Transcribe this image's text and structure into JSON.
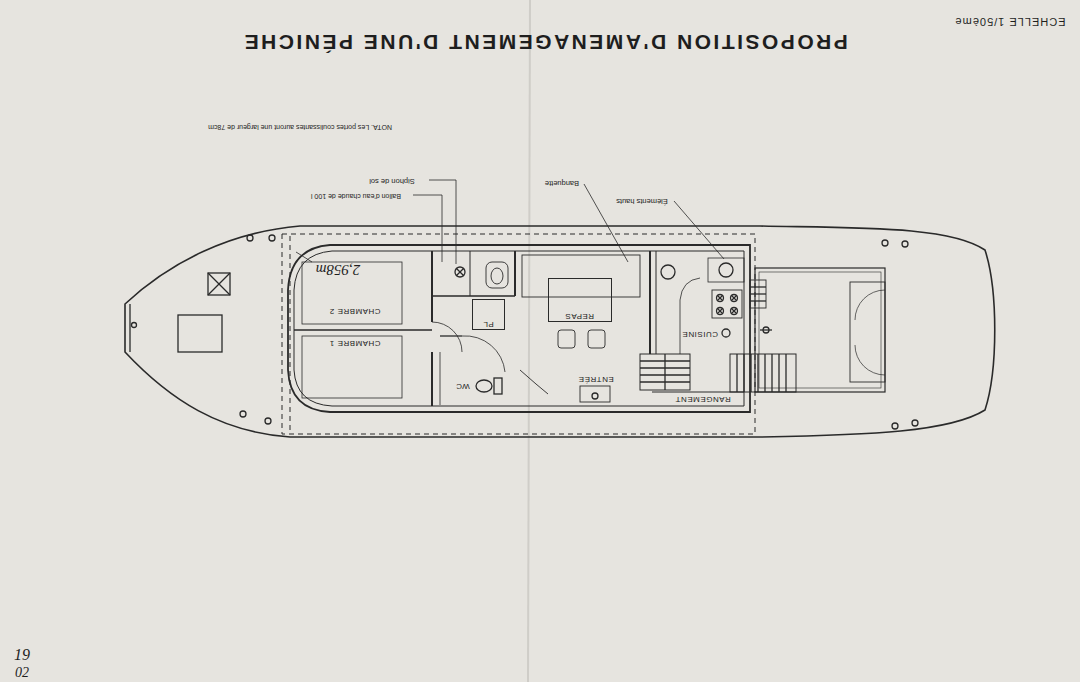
{
  "diagram": {
    "title": "PROPOSITION D'AMENAGEMENT D'UNE PÉNICHE",
    "nodes": [
      {
        "text": [
          "REPAS"
        ]
      },
      {
        "text": [
          "PL"
        ]
      }
    ],
    "labels": [
      "ECHELLE 1/50ème",
      "NOTA. Les portes coulissantes auront une largeur de 78cm",
      "Siphon de sol",
      "Ballon d'eau chaude de 100 l",
      "Banquette",
      "Éléments hauts",
      "2,958m",
      "CHAMBRE 2",
      "CHAMBRE 1",
      "WC",
      "ENTRÉE",
      "CUISINE",
      "RANGEMENT",
      "19",
      "02"
    ]
  }
}
